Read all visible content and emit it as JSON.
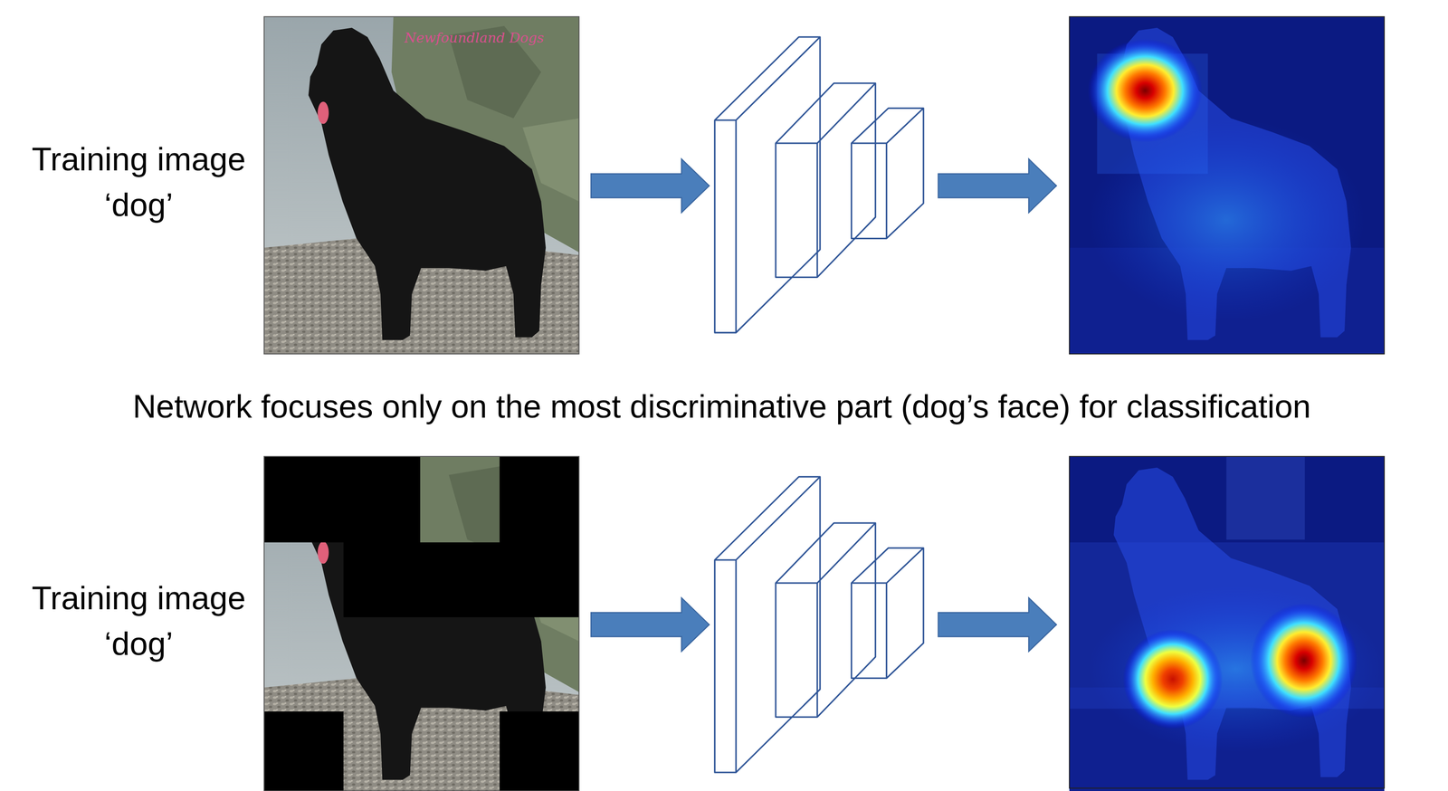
{
  "diagram": {
    "labels": [
      "Training image ‘dog’",
      "Newfoundland Dogs",
      "Network focuses only on the most discriminative part (dog’s face) for classification",
      "Training image ‘dog’"
    ]
  }
}
